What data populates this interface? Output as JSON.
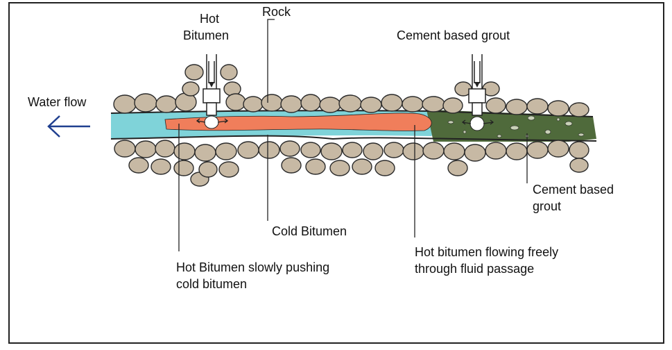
{
  "labels": {
    "hot_bitumen_line1": "Hot",
    "hot_bitumen_line2": "Bitumen",
    "rock": "Rock",
    "cement_grout_top": "Cement based grout",
    "water_flow": "Water flow",
    "cement_grout_side_line1": "Cement based",
    "cement_grout_side_line2": "grout",
    "cold_bitumen": "Cold Bitumen",
    "hot_pushing_line1": "Hot Bitumen slowly pushing",
    "hot_pushing_line2": "cold bitumen",
    "hot_flowing_line1": "Hot bitumen flowing freely",
    "hot_flowing_line2": "through fluid passage"
  },
  "colors": {
    "rock": "#c7b9a4",
    "rock_outline": "#2b2b2b",
    "water": "#7fd3d9",
    "hot_bitumen": "#f07e5b",
    "grout": "#4f6a3b",
    "arrow": "#1f3f8f"
  }
}
